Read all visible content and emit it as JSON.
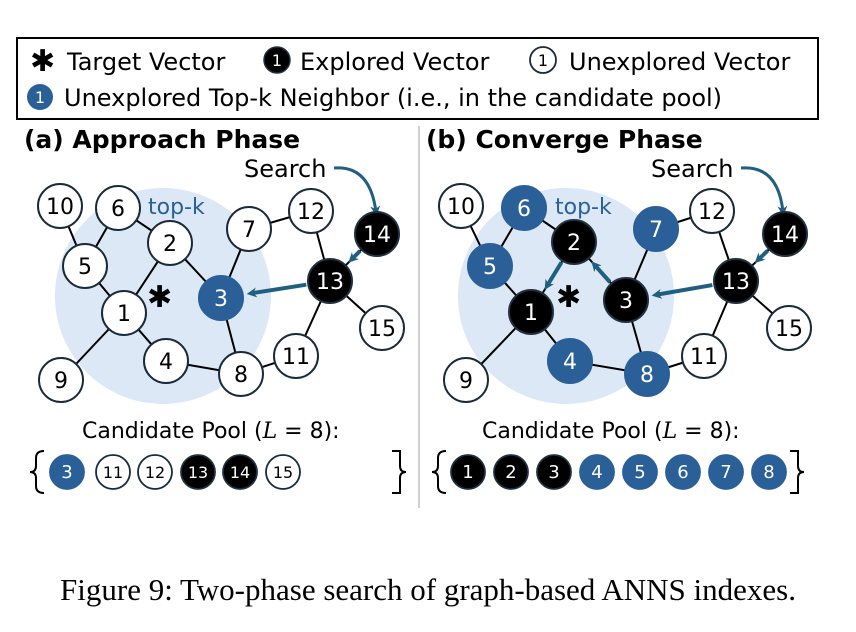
{
  "colors": {
    "explored": "#000000",
    "topk": "#2a5f98",
    "topk_region": "#dce8f6",
    "arrow": "#1f6080",
    "unexplored_fill": "#ffffff",
    "topk_label": "#2a5f98"
  },
  "legend": {
    "target_symbol": "✱",
    "target_label": "Target Vector",
    "explored_sample": "1",
    "explored_label": "Explored Vector",
    "unexplored_sample": "1",
    "unexplored_label": "Unexplored Vector",
    "topk_sample": "1",
    "topk_label": "Unexplored Top-k Neighbor (i.e., in the candidate pool)"
  },
  "edges": [
    [
      "10",
      "5"
    ],
    [
      "6",
      "5"
    ],
    [
      "6",
      "2"
    ],
    [
      "5",
      "1"
    ],
    [
      "2",
      "1"
    ],
    [
      "2",
      "3"
    ],
    [
      "7",
      "3"
    ],
    [
      "7",
      "12"
    ],
    [
      "12",
      "13"
    ],
    [
      "14",
      "13"
    ],
    [
      "13",
      "11"
    ],
    [
      "13",
      "15"
    ],
    [
      "3",
      "8"
    ],
    [
      "1",
      "9"
    ],
    [
      "1",
      "4"
    ],
    [
      "4",
      "8"
    ],
    [
      "8",
      "11"
    ]
  ],
  "panels": [
    {
      "id": "a",
      "title": "(a) Approach Phase",
      "search_label": "Search",
      "topk_label": "top-k",
      "nodes": {
        "1": "unexplored",
        "2": "unexplored",
        "3": "topk",
        "4": "unexplored",
        "5": "unexplored",
        "6": "unexplored",
        "7": "unexplored",
        "8": "unexplored",
        "9": "unexplored",
        "10": "unexplored",
        "11": "unexplored",
        "12": "unexplored",
        "13": "explored",
        "14": "explored",
        "15": "unexplored"
      },
      "arrows": [
        [
          "14",
          "13"
        ],
        [
          "13",
          "3"
        ]
      ],
      "pool_label": "Candidate Pool (",
      "pool_var": "L",
      "pool_eq": " = 8):",
      "pool": [
        {
          "id": "3",
          "state": "topk"
        },
        {
          "id": "11",
          "state": "unexplored"
        },
        {
          "id": "12",
          "state": "unexplored"
        },
        {
          "id": "13",
          "state": "explored"
        },
        {
          "id": "14",
          "state": "explored"
        },
        {
          "id": "15",
          "state": "unexplored"
        }
      ]
    },
    {
      "id": "b",
      "title": "(b) Converge Phase",
      "search_label": "Search",
      "topk_label": "top-k",
      "nodes": {
        "1": "explored",
        "2": "explored",
        "3": "explored",
        "4": "topk",
        "5": "topk",
        "6": "topk",
        "7": "topk",
        "8": "topk",
        "9": "unexplored",
        "10": "unexplored",
        "11": "unexplored",
        "12": "unexplored",
        "13": "explored",
        "14": "explored",
        "15": "unexplored"
      },
      "arrows": [
        [
          "14",
          "13"
        ],
        [
          "13",
          "3"
        ],
        [
          "3",
          "2"
        ],
        [
          "2",
          "1"
        ]
      ],
      "pool_label": "Candidate Pool (",
      "pool_var": "L",
      "pool_eq": " = 8):",
      "pool": [
        {
          "id": "1",
          "state": "explored"
        },
        {
          "id": "2",
          "state": "explored"
        },
        {
          "id": "3",
          "state": "explored"
        },
        {
          "id": "4",
          "state": "topk"
        },
        {
          "id": "5",
          "state": "topk"
        },
        {
          "id": "6",
          "state": "topk"
        },
        {
          "id": "7",
          "state": "topk"
        },
        {
          "id": "8",
          "state": "topk"
        }
      ]
    }
  ],
  "caption": "Figure 9:  Two-phase search of graph-based ANNS indexes."
}
